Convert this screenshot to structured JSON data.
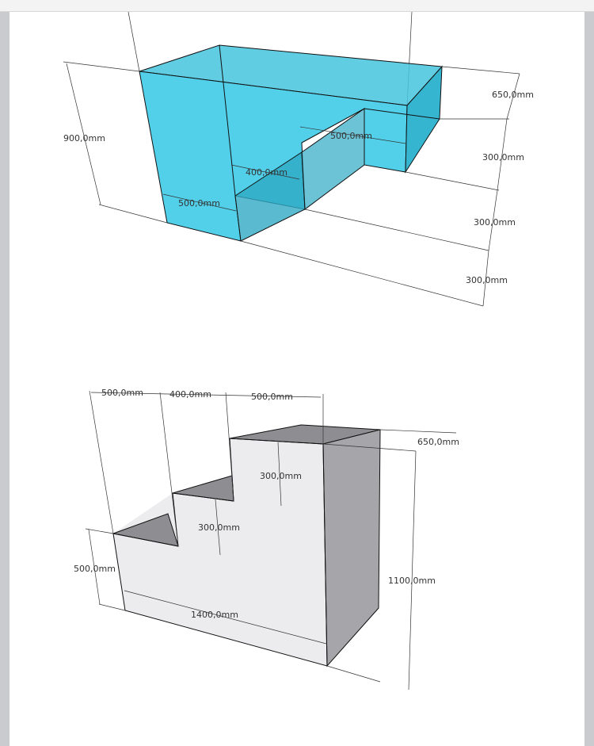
{
  "colors": {
    "transparent_block": "#3fc9e6",
    "block_face": "#ececef",
    "block_top": "#8e8e92",
    "block_side": "#a6a6aa"
  },
  "top_drawing": {
    "dimensions": {
      "depth": "650,0mm",
      "total_height": "900,0mm",
      "step_height_1": "300,0mm",
      "step_height_2": "300,0mm",
      "step_height_3": "300,0mm",
      "tread_1": "500,0mm",
      "tread_2": "400,0mm",
      "tread_3": "500,0mm"
    }
  },
  "bottom_drawing": {
    "dimensions": {
      "width_1": "500,0mm",
      "width_2": "400,0mm",
      "width_3": "500,0mm",
      "depth": "650,0mm",
      "riser_upper": "300,0mm",
      "riser_middle": "300,0mm",
      "base_height": "500,0mm",
      "total_length": "1400,0mm",
      "total_height": "1100,0mm"
    }
  }
}
